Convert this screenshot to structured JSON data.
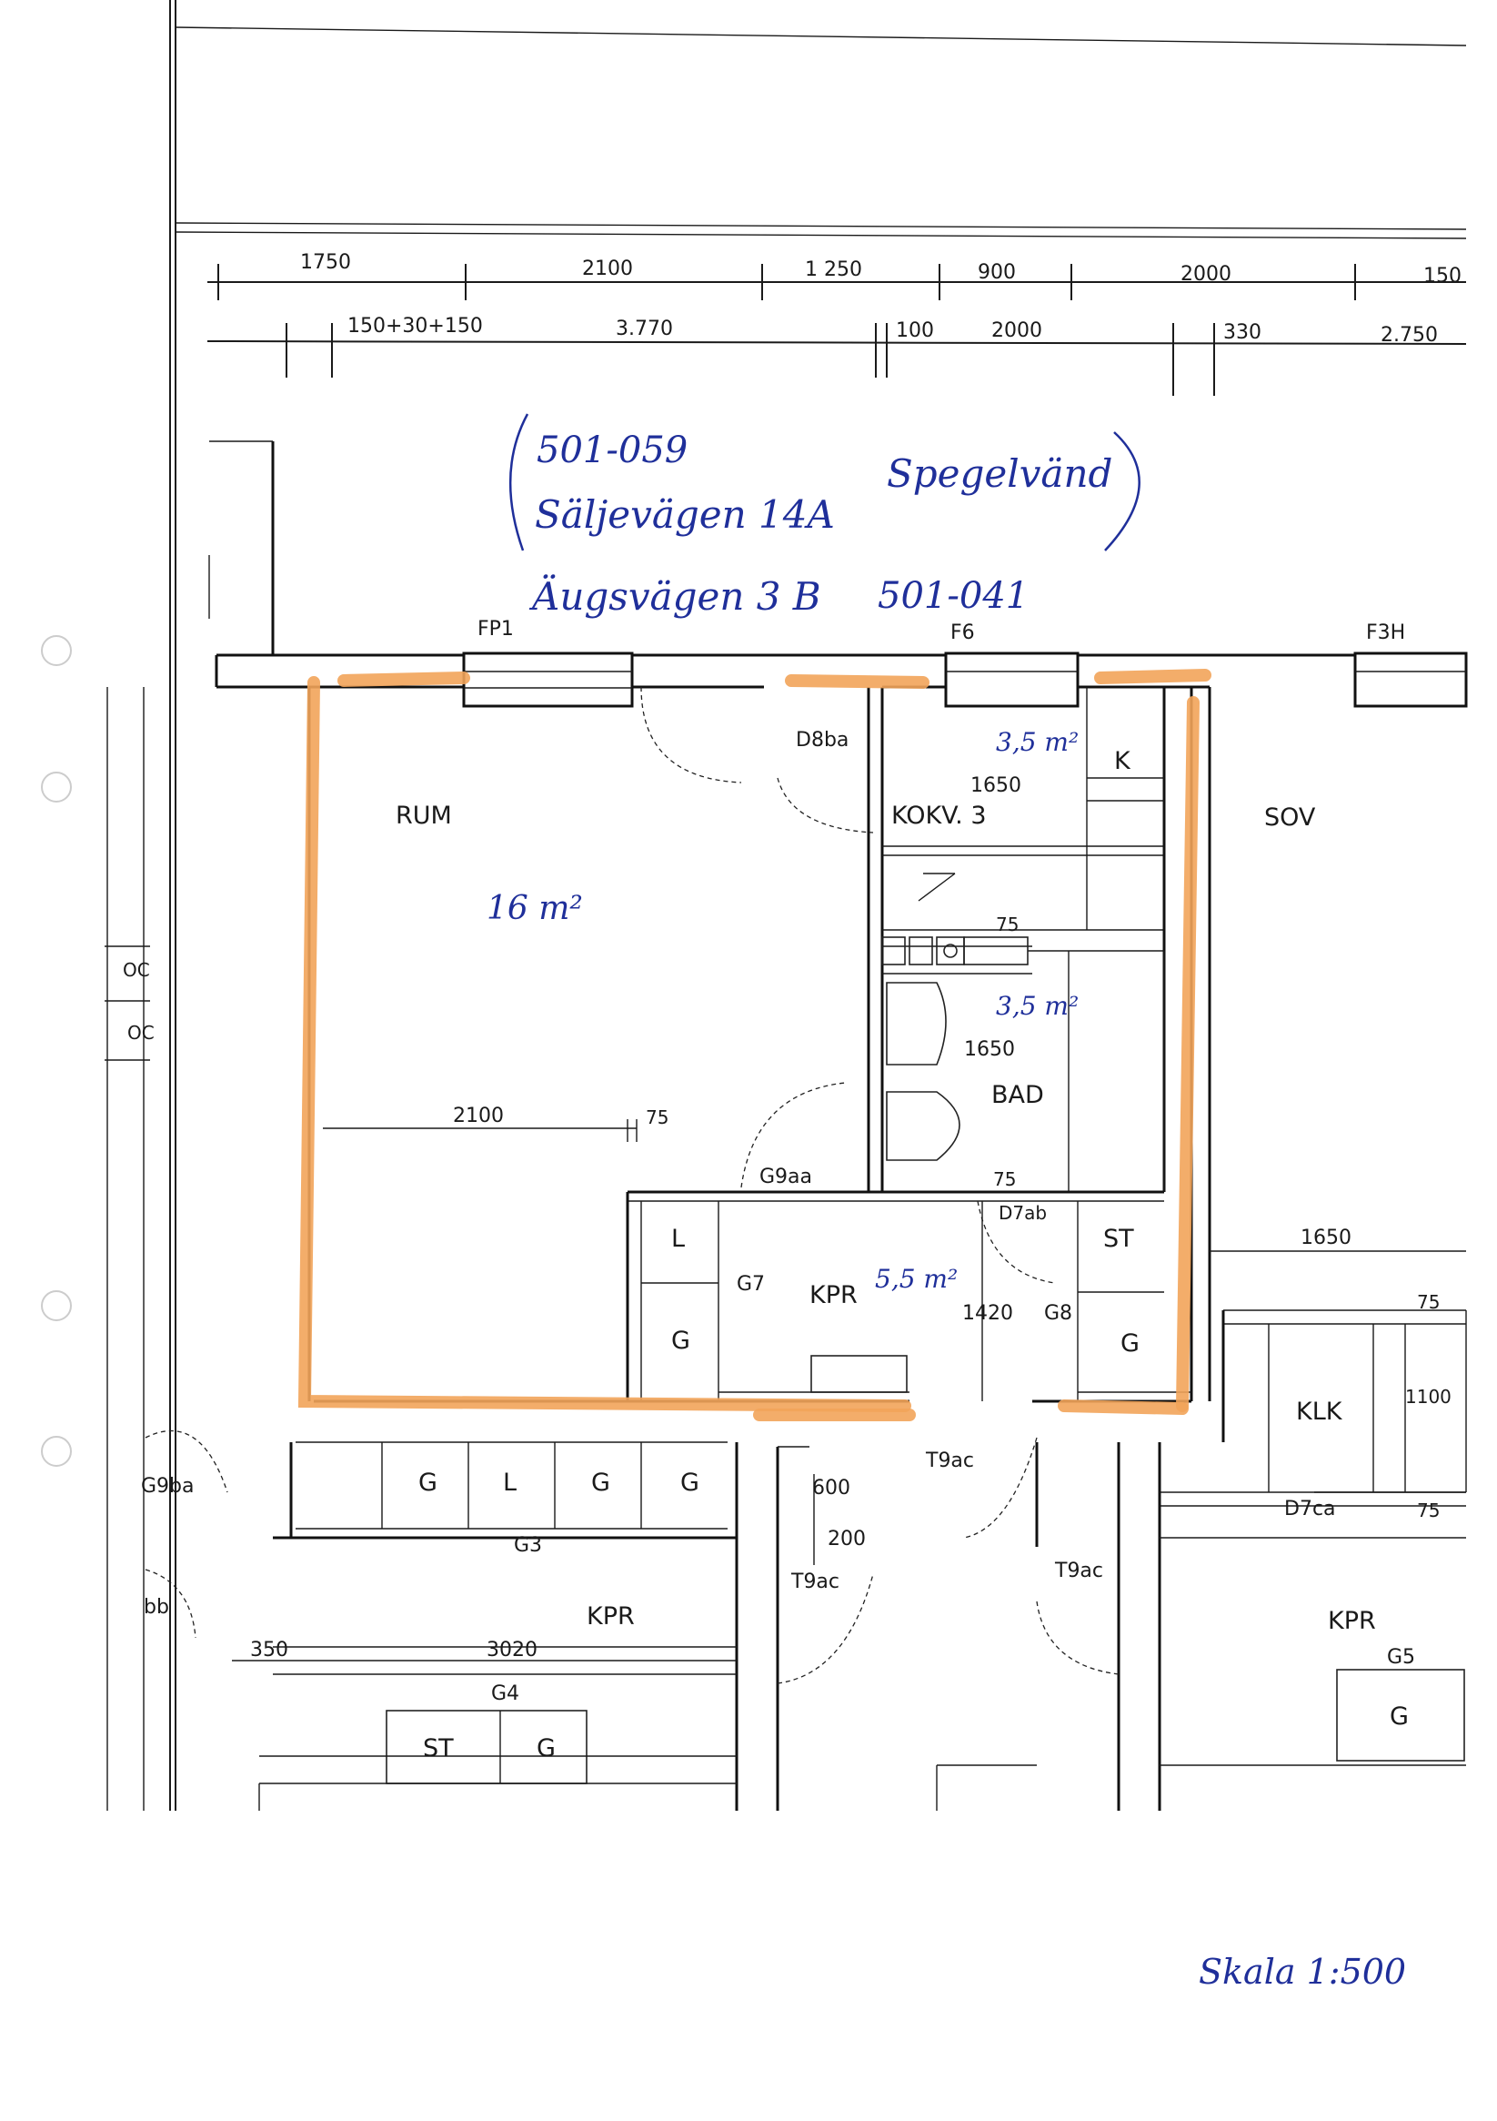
{
  "colors": {
    "ink": "#1a1a1a",
    "handwriting": "#1f2f9a",
    "highlight": "#f2a45a"
  },
  "handwritten": {
    "id1": "501-059",
    "addr1": "Säljevägen 14A",
    "addr2": "Äugsvägen 3 B",
    "id2": "501-041",
    "mirror": "Spegelvänd",
    "scale": "Skala 1:500",
    "area_rum": "16 m²",
    "area_kok": "3,5 m²",
    "area_bad": "3,5 m²",
    "area_kpr": "5,5 m²"
  },
  "dims_top": [
    "1750",
    "2100",
    "1 250",
    "900",
    "2000",
    "150"
  ],
  "dims_second": [
    "150+30+150",
    "3.770",
    "100",
    "2000",
    "330",
    "2.750"
  ],
  "windows": {
    "fp1": "FP1",
    "f6": "F6",
    "f3h": "F3H"
  },
  "rooms": {
    "rum": "RUM",
    "kokv": "KOKV. 3",
    "sov": "SOV",
    "bad": "BAD",
    "kpr": "KPR",
    "klk": "KLK",
    "kpr_lower": "KPR",
    "kpr_right": "KPR"
  },
  "fixtures": {
    "k": "K",
    "l": "L",
    "g1": "G",
    "g7": "G7",
    "st": "ST",
    "g2": "G",
    "g8": "G8",
    "row_g1": "G",
    "row_l": "L",
    "row_g2": "G",
    "row_g3": "G",
    "g3": "G3",
    "g4": "G4",
    "st2": "ST",
    "g5": "G",
    "g5lbl": "G5",
    "g6": "G"
  },
  "doors": {
    "d8ba": "D8ba",
    "g9aa": "G9aa",
    "d7ab": "D7ab",
    "t9ac1": "T9ac",
    "t9ac2": "T9ac",
    "t9ac3": "T9ac",
    "d7ca": "D7ca",
    "g9ba": "G9ba",
    "bb": "bb"
  },
  "dims_inner": {
    "kok_w": "1650",
    "bad_w": "1650",
    "rum_w": "2100",
    "rum_t": "75",
    "bad_t1": "75",
    "bad_t2": "75",
    "kpr_d": "1420",
    "sov_w": "1650",
    "klk_t": "75",
    "klk_d": "1100",
    "klk_t2": "75",
    "c600": "600",
    "c200": "200",
    "c350": "350",
    "c3020": "3020"
  },
  "margin": {
    "oc1": "OC",
    "oc2": "OC"
  }
}
